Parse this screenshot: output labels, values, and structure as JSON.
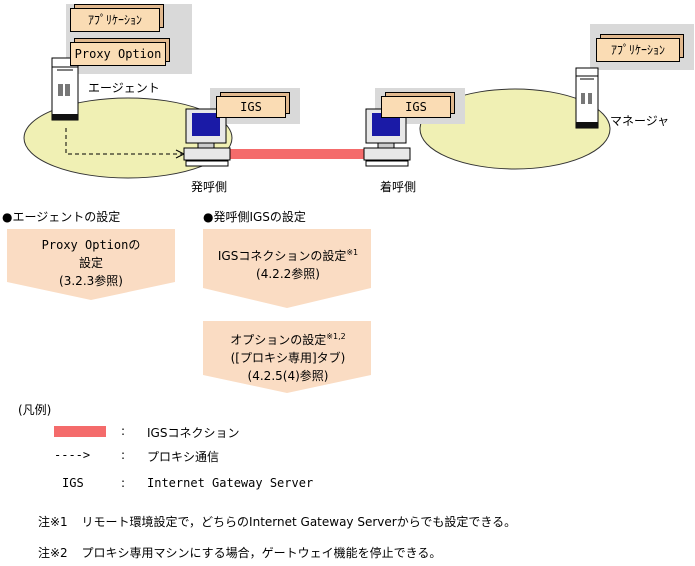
{
  "diagram": {
    "agent_side": {
      "app_box": "ｱﾌﾟﾘｹｰｼｮﾝ",
      "proxy_box": "Proxy Option",
      "agent_label": "エージェント"
    },
    "calling_side": {
      "igs_box": "IGS",
      "label": "発呼側"
    },
    "called_side": {
      "igs_box": "IGS",
      "label": "着呼側"
    },
    "manager_side": {
      "app_box": "ｱﾌﾟﾘｹｰｼｮﾝ",
      "manager_label": "マネージャ"
    },
    "colors": {
      "igs_connection": "#f46b6b",
      "network_area": "#f0f0b4",
      "box_fill": "#fadcb4",
      "group_bg": "#d9d9d9",
      "flow_fill": "#fadcc3"
    }
  },
  "sections": {
    "agent_settings": {
      "heading": "●エージェントの設定",
      "step1_line1": "Proxy Optionの",
      "step1_line2": "設定",
      "step1_line3": "(3.2.3参照)"
    },
    "calling_igs_settings": {
      "heading": "●発呼側IGSの設定",
      "step1_line1": "IGSコネクションの設定",
      "step1_sup": "※1",
      "step1_line2": "(4.2.2参照)",
      "step2_line1": "オプションの設定",
      "step2_sup": "※1,2",
      "step2_line2": "([プロキシ専用]タブ)",
      "step2_line3": "(4.2.5(4)参照)"
    }
  },
  "legend": {
    "title": "(凡例)",
    "items": [
      {
        "symbol": "",
        "colon": ":",
        "text": "IGSコネクション"
      },
      {
        "symbol": "---->",
        "colon": ":",
        "text": "プロキシ通信"
      },
      {
        "symbol": "IGS",
        "colon": ":",
        "text": "Internet Gateway Server"
      }
    ]
  },
  "notes": [
    {
      "mark": "注※1",
      "text": "リモート環境設定で，どちらのInternet Gateway Serverからでも設定できる。"
    },
    {
      "mark": "注※2",
      "text": "プロキシ専用マシンにする場合，ゲートウェイ機能を停止できる。"
    }
  ]
}
